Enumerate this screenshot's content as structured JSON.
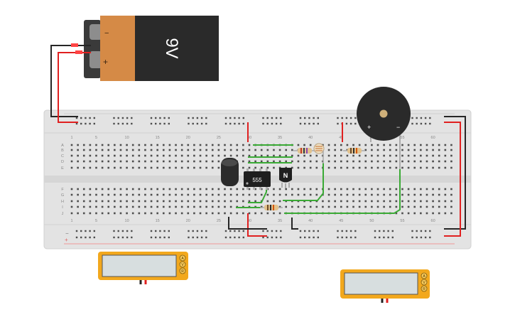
{
  "battery": {
    "voltage_label": "9V",
    "minus_label": "−",
    "plus_label": "+"
  },
  "chip": {
    "label": "555"
  },
  "transistor": {
    "label": "N"
  },
  "buzzer": {
    "plus_label": "+",
    "minus_label": "−"
  },
  "breadboard": {
    "column_numbers": [
      "1",
      "5",
      "10",
      "15",
      "20",
      "25",
      "30",
      "35",
      "40",
      "45",
      "50",
      "55",
      "60"
    ],
    "row_letters_top": [
      "A",
      "B",
      "C",
      "D",
      "E"
    ],
    "row_letters_bottom": [
      "F",
      "G",
      "H",
      "I",
      "J"
    ],
    "rail_minus": "−",
    "rail_plus": "+"
  },
  "multimeter_left": {
    "buttons": [
      "A",
      "V",
      "R"
    ]
  },
  "multimeter_right": {
    "buttons": [
      "A",
      "V",
      "R"
    ]
  },
  "colors": {
    "breadboard": "#e3e3e3",
    "battery_orange": "#d58a46",
    "battery_black": "#2a2a2a",
    "wire_red": "#e02020",
    "wire_black": "#262626",
    "wire_green": "#3aaa35",
    "multimeter_yellow": "#f2a81d"
  }
}
